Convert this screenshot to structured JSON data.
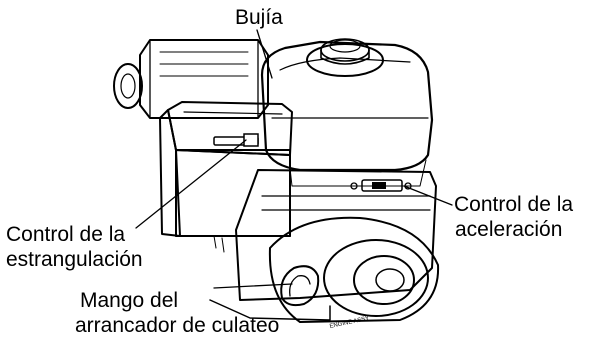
{
  "labels": {
    "spark_plug": "Bujía",
    "choke_line1": "Control de la",
    "choke_line2": "estrangulación",
    "throttle_line1": "Control de la",
    "throttle_line2": "aceleración",
    "starter_line1": "Mango del",
    "starter_line2": "arrancador de culateo"
  }
}
